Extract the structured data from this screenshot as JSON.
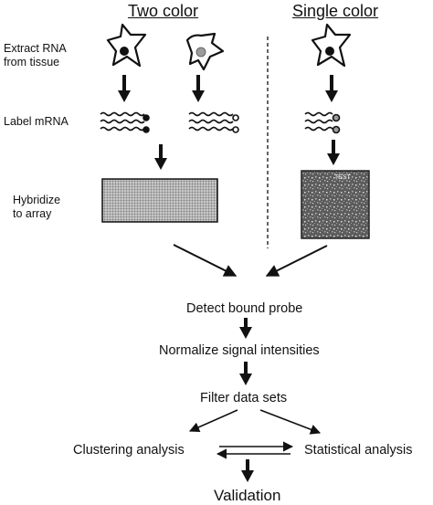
{
  "headers": {
    "two_color": "Two color",
    "single_color": "Single color"
  },
  "steps": {
    "extract_line1": "Extract RNA",
    "extract_line2": "from tissue",
    "label": "Label mRNA",
    "hybridize_line1": "Hybridize",
    "hybridize_line2": "to array"
  },
  "array_label": "TEST",
  "flow": {
    "detect": "Detect bound probe",
    "normalize": "Normalize signal intensities",
    "filter": "Filter data sets",
    "clustering": "Clustering analysis",
    "statistical": "Statistical analysis",
    "validation": "Validation"
  },
  "colors": {
    "line": "#111111",
    "grid_fill": "#9a9a9a",
    "chip_fill": "#6e6e6e",
    "sample_gray": "#9c9c9c"
  }
}
